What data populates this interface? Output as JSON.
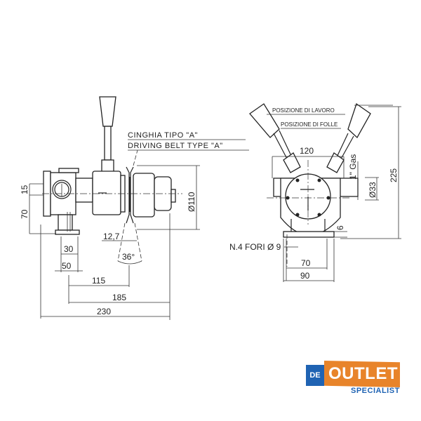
{
  "diagram": {
    "title": "Manual / belt-driven pump dimension drawing",
    "side_view": {
      "belt_note_it": "CINGHIA TIPO \"A\"",
      "belt_note_en": "DRIVING BELT TYPE \"A\"",
      "dim_15": "15",
      "dim_70": "70",
      "dim_30": "30",
      "dim_50": "50",
      "dim_115": "115",
      "dim_185": "185",
      "dim_230": "230",
      "dim_12_7": "12,7",
      "dim_angle": "36°",
      "dim_pulley_dia": "Ø110"
    },
    "front_view": {
      "position_work": "POSIZIONE DI LAVORO",
      "position_idle": "POSIZIONE DI FOLLE",
      "dim_120": "120",
      "port_size": "1\" Gas",
      "dim_33": "Ø33",
      "dim_225": "225",
      "dim_6": "6",
      "mount_holes": "N.4 FORI Ø 9",
      "dim_70": "70",
      "dim_90": "90"
    }
  },
  "logo": {
    "prefix": "DE",
    "main": "OUTLET",
    "sub": "SPECIALIST",
    "colors": {
      "blue": "#1f63b3",
      "orange": "#e8842a"
    }
  }
}
